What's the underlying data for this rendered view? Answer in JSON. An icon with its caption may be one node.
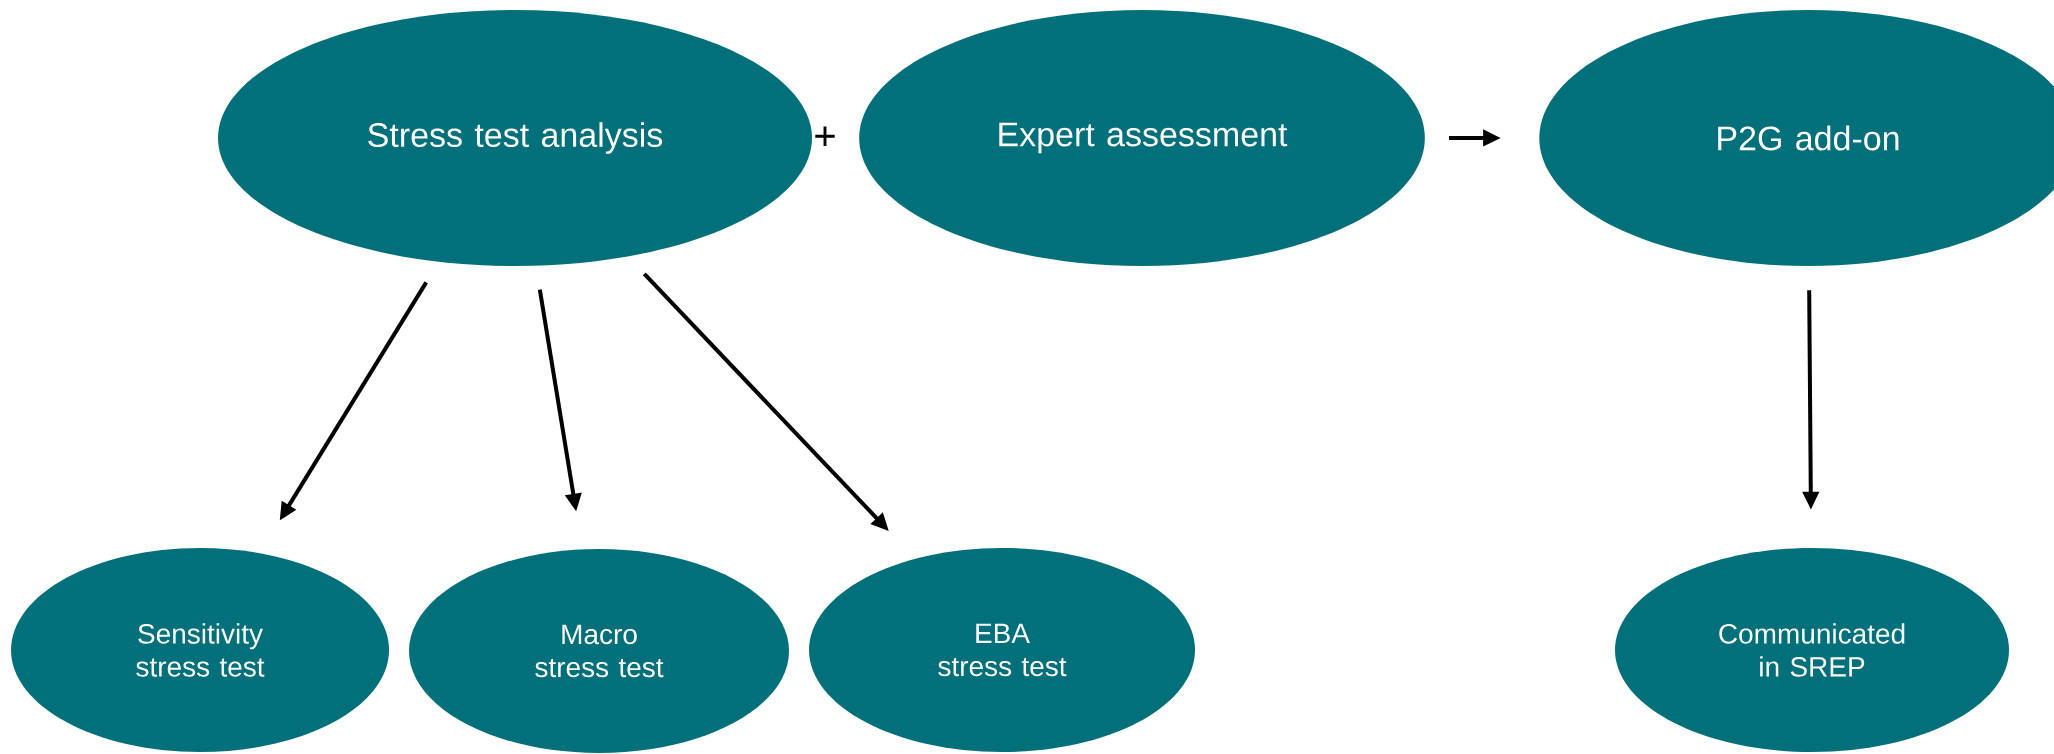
{
  "diagram": {
    "nodes": [
      {
        "text": [
          "Stress test analysis"
        ]
      },
      {
        "text": [
          "Expert assessment"
        ]
      },
      {
        "text": [
          "P2G add-on"
        ]
      },
      {
        "text": [
          "Sensitivity stress test"
        ]
      },
      {
        "text": [
          "Macro stress test"
        ]
      },
      {
        "text": [
          "EBA stress test"
        ]
      },
      {
        "text": [
          "Communicated in SREP"
        ]
      }
    ],
    "edges": [
      {
        "from": 1,
        "to": 2,
        "arrow": "to"
      },
      {
        "from": 0,
        "to": 3,
        "arrow": "to"
      },
      {
        "from": 0,
        "to": 4,
        "arrow": "to"
      },
      {
        "from": 0,
        "to": 5,
        "arrow": "to"
      },
      {
        "from": 2,
        "to": 6,
        "arrow": "to"
      }
    ],
    "labels": [
      "+"
    ]
  }
}
